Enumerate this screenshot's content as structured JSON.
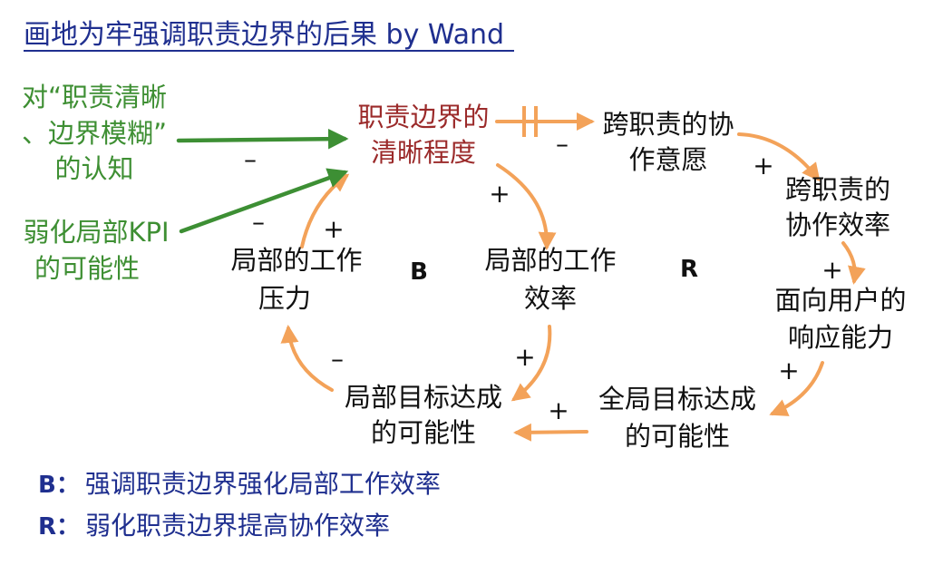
{
  "title": "画地为牢强调职责边界的后果 by Wand",
  "colors": {
    "title": "#1f2f8f",
    "arrow_orange": "#f3a259",
    "arrow_green": "#3d8f34",
    "node_red": "#9b2a2a",
    "node_green": "#3e8f33",
    "legend": "#1f2f8f"
  },
  "nodes": {
    "clarity": [
      "职责边界的",
      "清晰程度"
    ],
    "cross_willing": [
      "跨职责的协",
      "作意愿"
    ],
    "cross_efficiency": [
      "跨职责的",
      "协作效率"
    ],
    "response": [
      "面向用户的",
      "响应能力"
    ],
    "global_goal": [
      "全局目标达成",
      "的可能性"
    ],
    "local_goal": [
      "局部目标达成",
      "的可能性"
    ],
    "local_pressure": [
      "局部的工作",
      "压力"
    ],
    "local_efficiency": [
      "局部的工作",
      "效率"
    ],
    "perception": [
      "对“职责清晰",
      "、边界模糊”",
      "的认知"
    ],
    "weaken_kpi": [
      "弱化局部KPI",
      "的可能性"
    ]
  },
  "signs": {
    "clarity_to_willing": "–",
    "willing_to_efficiency": "+",
    "efficiency_to_response": "+",
    "response_to_global": "+",
    "global_to_local_goal": "+",
    "local_eff_to_local_goal": "+",
    "clarity_to_local_eff": "+",
    "local_goal_to_pressure": "–",
    "pressure_to_clarity": "+",
    "kpi_to_pressure": "–",
    "perception_to_clarity": "–"
  },
  "loops": {
    "b": "B",
    "r": "R"
  },
  "legend": [
    {
      "key": "B：",
      "text": "强调职责边界强化局部工作效率"
    },
    {
      "key": "R：",
      "text": "弱化职责边界提高协作效率"
    }
  ]
}
